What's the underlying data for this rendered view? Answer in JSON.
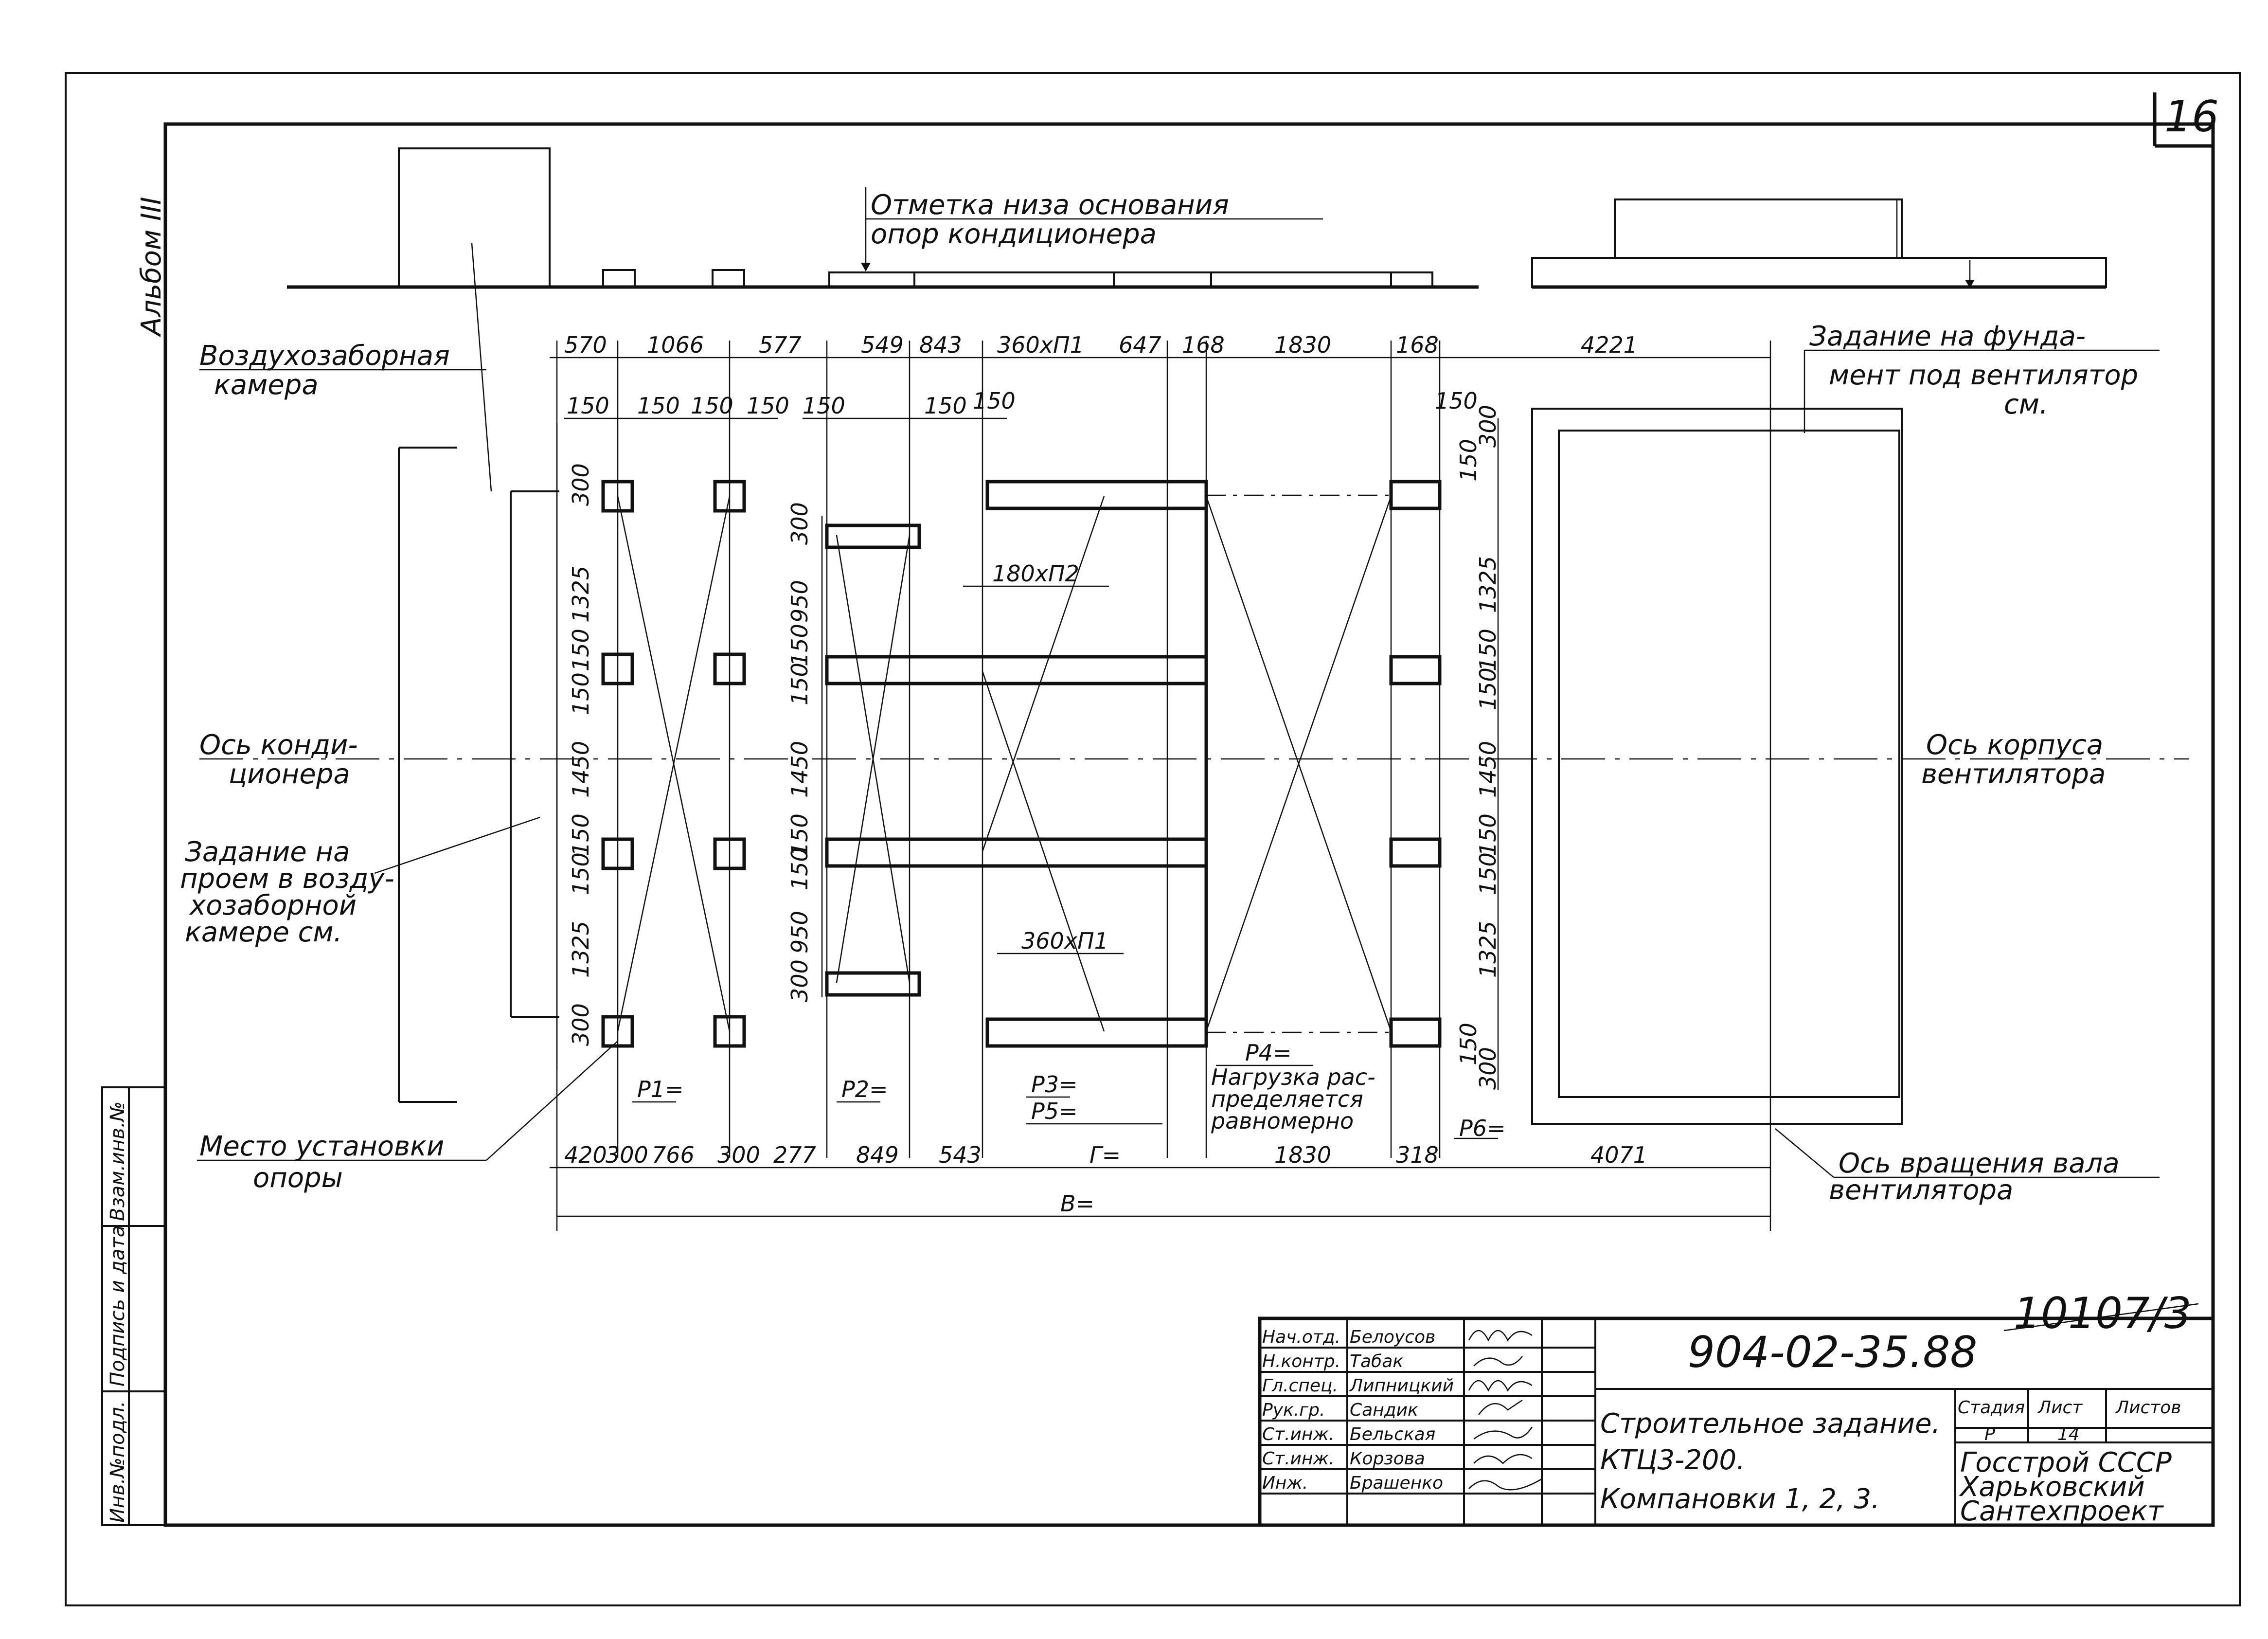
{
  "sheet": {
    "number": "16",
    "album": "Альбом III",
    "drawing_code": "10107/3"
  },
  "labels": {
    "base_mark": [
      "Отметка низа основания",
      "опор кондиционера"
    ],
    "air_chamber": [
      "Воздухозаборная",
      "камера"
    ],
    "fan_foundation": [
      "Задание на фунда-",
      "мент под вентилятор",
      "см."
    ],
    "conditioner_axis": [
      "Ось конди-",
      "ционера"
    ],
    "fan_body_axis": [
      "Ось корпуса",
      "вентилятора"
    ],
    "opening_task": [
      "Задание на",
      "проем в возду-",
      "хозаборной",
      "камере см."
    ],
    "support_place": [
      "Место установки",
      "опоры"
    ],
    "shaft_axis": [
      "Ось вращения вала",
      "вентилятора"
    ],
    "load_note": [
      "Р4=",
      "Нагрузка рас-",
      "пределяется",
      "равномерно"
    ],
    "loads": {
      "p1": "Р1=",
      "p2": "Р2=",
      "p3": "Р3=",
      "p5": "Р5=",
      "p6": "Р6="
    },
    "g": "Г=",
    "b": "В=",
    "beam_180": "180хП2",
    "beam_360": "360хП1"
  },
  "dims": {
    "top": [
      "570",
      "1066",
      "577",
      "549",
      "843",
      "360хП1",
      "647",
      "168",
      "1830",
      "168",
      "4221"
    ],
    "bottom": [
      "420",
      "300",
      "766",
      "300",
      "277",
      "849",
      "543",
      "1830",
      "318",
      "4071"
    ],
    "left_vertical": [
      "300",
      "1325",
      "150",
      "150",
      "1450",
      "150",
      "150",
      "1325",
      "300"
    ],
    "right_vertical": [
      "300",
      "150",
      "1325",
      "150",
      "150",
      "1450",
      "150",
      "150",
      "1325",
      "150",
      "300"
    ],
    "mid_vertical": [
      "300",
      "950",
      "150",
      "150",
      "1450",
      "150",
      "150",
      "950",
      "300"
    ],
    "small_150": "150"
  },
  "side_stamp": [
    "Инв.№подл.",
    "Подпись и дата",
    "Взам.инв.№"
  ],
  "title_block": {
    "doc_number": "904-02-35.88",
    "signatures": [
      {
        "role": "Нач.отд.",
        "name": "Белоусов"
      },
      {
        "role": "Н.контр.",
        "name": "Табак"
      },
      {
        "role": "Гл.спец.",
        "name": "Липницкий"
      },
      {
        "role": "Рук.гр.",
        "name": "Сандик"
      },
      {
        "role": "Ст.инж.",
        "name": "Бельская"
      },
      {
        "role": "Ст.инж.",
        "name": "Корзова"
      },
      {
        "role": "Инж.",
        "name": "Брашенко"
      }
    ],
    "title": [
      "Строительное задание.",
      "КТЦ3-200.",
      "Компановки 1, 2, 3."
    ],
    "stage_header": "Стадия",
    "sheet_header": "Лист",
    "sheets_header": "Листов",
    "stage": "Р",
    "sheet": "14",
    "org": [
      "Госстрой СССР",
      "Харьковский",
      "Сантехпроект"
    ]
  }
}
